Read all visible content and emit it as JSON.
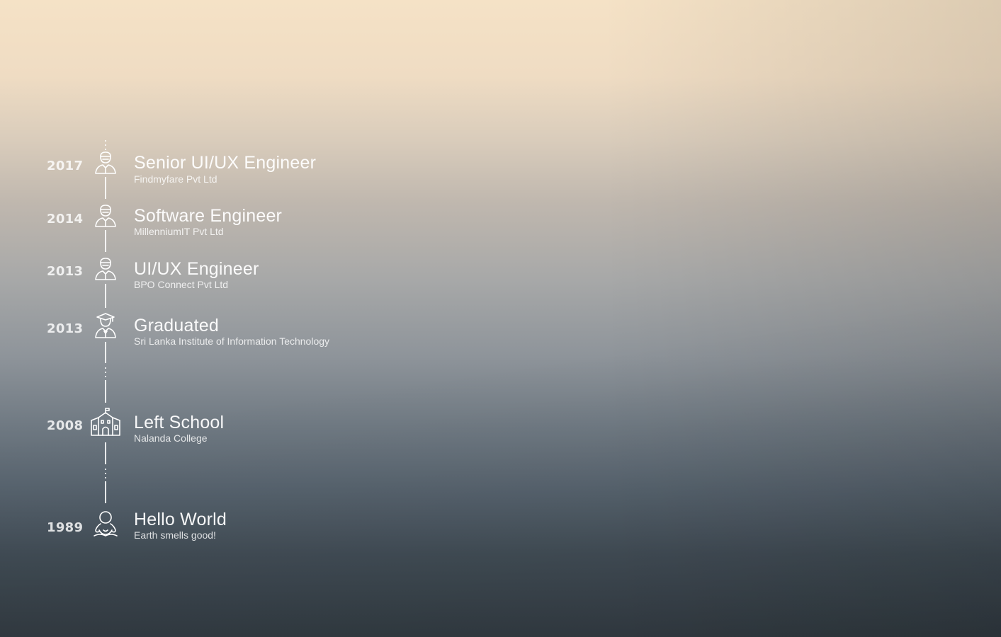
{
  "timeline": {
    "entries": [
      {
        "year": "2017",
        "title": "Senior UI/UX Engineer",
        "subtitle": "Findmyfare Pvt Ltd",
        "icon": "engineer-person-icon"
      },
      {
        "year": "2014",
        "title": "Software Engineer",
        "subtitle": "MillenniumIT Pvt Ltd",
        "icon": "engineer-person-icon"
      },
      {
        "year": "2013",
        "title": "UI/UX Engineer",
        "subtitle": "BPO Connect Pvt Ltd",
        "icon": "engineer-person-icon"
      },
      {
        "year": "2013",
        "title": "Graduated",
        "subtitle": "Sri Lanka Institute of Information Technology",
        "icon": "graduate-icon"
      },
      {
        "year": "2008",
        "title": "Left School",
        "subtitle": "Nalanda College",
        "icon": "school-building-icon"
      },
      {
        "year": "1989",
        "title": "Hello World",
        "subtitle": "Earth smells good!",
        "icon": "baby-icon"
      }
    ]
  },
  "colors": {
    "text": "#ffffff",
    "background_top": "#f5e2c6",
    "background_bottom": "#323b42"
  }
}
